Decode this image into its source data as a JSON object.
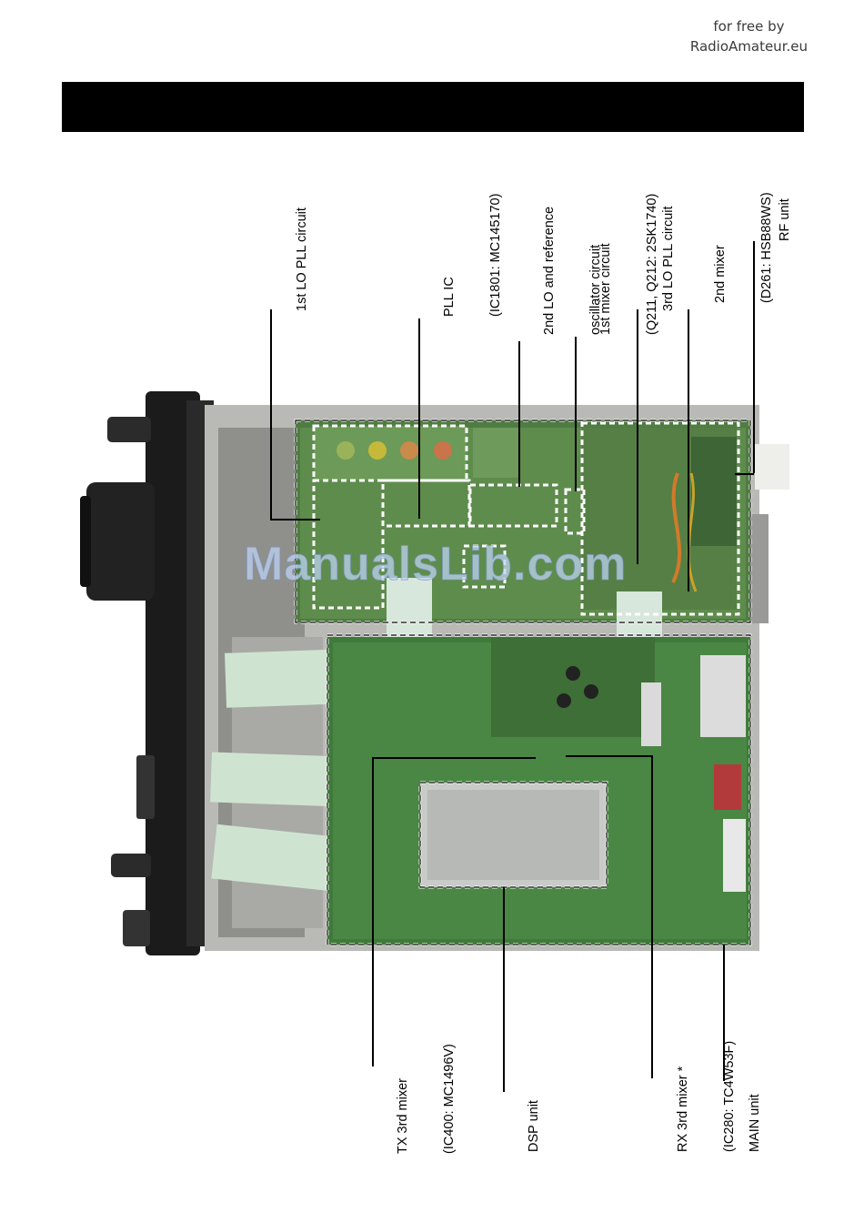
{
  "watermark": {
    "line1": "for free by",
    "line2": "RadioAmateur.eu"
  },
  "overlay_watermark": "ManualsLib.com",
  "top_labels": [
    {
      "lines": [
        "1st LO PLL circuit"
      ]
    },
    {
      "lines": [
        "PLL IC",
        "(IC1801: MC145170)"
      ]
    },
    {
      "lines": [
        "2nd LO and reference",
        "oscillator circuit"
      ]
    },
    {
      "lines": [
        "1st mixer circuit",
        "(Q211, Q212: 2SK1740)"
      ]
    },
    {
      "lines": [
        "3rd LO PLL circuit"
      ]
    },
    {
      "lines": [
        "2nd mixer",
        "(D261: HSB88WS)"
      ]
    },
    {
      "lines": [
        "RF unit"
      ]
    }
  ],
  "bottom_labels": [
    {
      "lines": [
        "TX 3rd mixer",
        "(IC400: MC1496V)"
      ]
    },
    {
      "lines": [
        "DSP unit"
      ]
    },
    {
      "lines": [
        "RX 3rd mixer *",
        "(IC280: TC4W53F)"
      ]
    },
    {
      "lines": [
        "MAIN unit"
      ]
    }
  ]
}
